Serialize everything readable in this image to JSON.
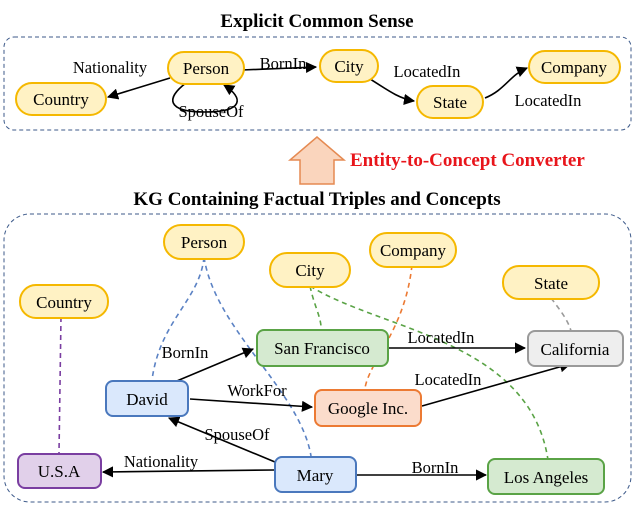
{
  "sections": {
    "top_title": "Explicit Common Sense",
    "converter_label": "Entity-to-Concept Converter",
    "bottom_title": "KG Containing Factual Triples and Concepts"
  },
  "common_sense": {
    "nodes": {
      "person": "Person",
      "country": "Country",
      "city": "City",
      "state": "State",
      "company": "Company"
    },
    "edges": {
      "nationality": "Nationality",
      "born_in": "BornIn",
      "spouse_of": "SpouseOf",
      "located_in_1": "LocatedIn",
      "located_in_2": "LocatedIn"
    }
  },
  "kg": {
    "concepts": {
      "person": "Person",
      "company": "Company",
      "city": "City",
      "state": "State",
      "country": "Country"
    },
    "entities": {
      "san_francisco": "San Francisco",
      "california": "California",
      "david": "David",
      "google": "Google Inc.",
      "usa": "U.S.A",
      "mary": "Mary",
      "los_angeles": "Los Angeles"
    },
    "edges": {
      "born_in_1": "BornIn",
      "located_in_1": "LocatedIn",
      "work_for": "WorkFor",
      "located_in_2": "LocatedIn",
      "spouse_of": "SpouseOf",
      "nationality": "Nationality",
      "born_in_2": "BornIn"
    }
  },
  "colors": {
    "concept_fill": "#fff2c4",
    "concept_stroke": "#f5b800",
    "person_entity_fill": "#dae8fc",
    "person_entity_stroke": "#4a78bd",
    "city_entity_fill": "#d5ead0",
    "city_entity_stroke": "#5aa346",
    "company_entity_fill": "#fbdccb",
    "company_entity_stroke": "#ec7a33",
    "state_entity_fill": "#eeeeee",
    "state_entity_stroke": "#9a9a9a",
    "country_entity_fill": "#e1d0ea",
    "country_entity_stroke": "#7a3ea1",
    "converter_arrow_fill": "#fad5bd",
    "converter_arrow_stroke": "#e58a52",
    "converter_text": "#e8151b"
  }
}
